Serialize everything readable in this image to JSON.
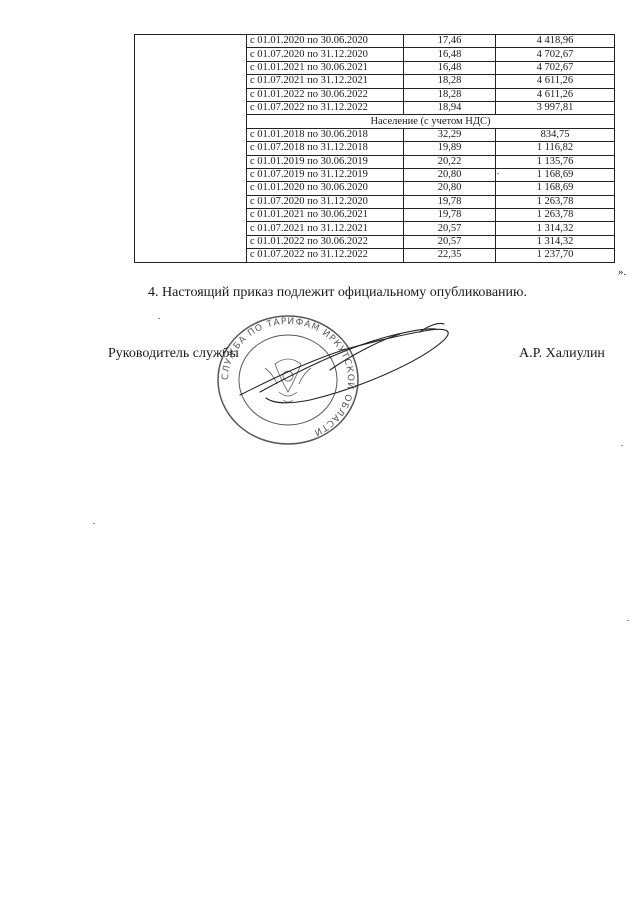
{
  "table": {
    "rows_top": [
      {
        "period": "с 01.01.2020 по 30.06.2020",
        "v1": "17,46",
        "v2": "4 418,96"
      },
      {
        "period": "с 01.07.2020 по 31.12.2020",
        "v1": "16,48",
        "v2": "4 702,67"
      },
      {
        "period": "с 01.01.2021 по 30.06.2021",
        "v1": "16,48",
        "v2": "4 702,67"
      },
      {
        "period": "с 01.07.2021 по 31.12.2021",
        "v1": "18,28",
        "v2": "4 611,26"
      },
      {
        "period": "с 01.01.2022 по 30.06.2022",
        "v1": "18,28",
        "v2": "4 611,26"
      },
      {
        "period": "с 01.07.2022 по 31.12.2022",
        "v1": "18,94",
        "v2": "3 997,81"
      }
    ],
    "section_title": "Население (с учетом НДС)",
    "rows_population": [
      {
        "period": "с 01.01.2018 по 30.06.2018",
        "v1": "32,29",
        "v2": "834,75"
      },
      {
        "period": "с 01.07.2018 по 31.12.2018",
        "v1": "19,89",
        "v2": "1 116,82"
      },
      {
        "period": "с 01.01.2019 по 30.06.2019",
        "v1": "20,22",
        "v2": "1 135,76"
      },
      {
        "period": "с 01.07.2019 по 31.12.2019",
        "v1": "20,80",
        "v2": "1 168,69"
      },
      {
        "period": "с 01.01.2020 по 30.06.2020",
        "v1": "20,80",
        "v2": "1 168,69"
      },
      {
        "period": "с 01.07.2020 по 31.12.2020",
        "v1": "19,78",
        "v2": "1 263,78"
      },
      {
        "period": "с 01.01.2021 по 30.06.2021",
        "v1": "19,78",
        "v2": "1 263,78"
      },
      {
        "period": "с 01.07.2021 по 31.12.2021",
        "v1": "20,57",
        "v2": "1 314,32"
      },
      {
        "period": "с 01.01.2022 по 30.06.2022",
        "v1": "20,57",
        "v2": "1 314,32"
      },
      {
        "period": "с 01.07.2022 по 31.12.2022",
        "v1": "22,35",
        "v2": "1 237,70"
      }
    ]
  },
  "closing_quote": "».",
  "paragraph_4": "4. Настоящий приказ подлежит официальному опубликованию.",
  "signature_block": {
    "title": "Руководитель службы",
    "name": "А.Р. Халиулин"
  },
  "seal": {
    "ring_text": "СЛУЖБА ПО ТАРИФАМ ИРКУТСКОЙ ОБЛАСТИ",
    "color": "#3a3a3a"
  },
  "ink_color": "#1a1a1a"
}
